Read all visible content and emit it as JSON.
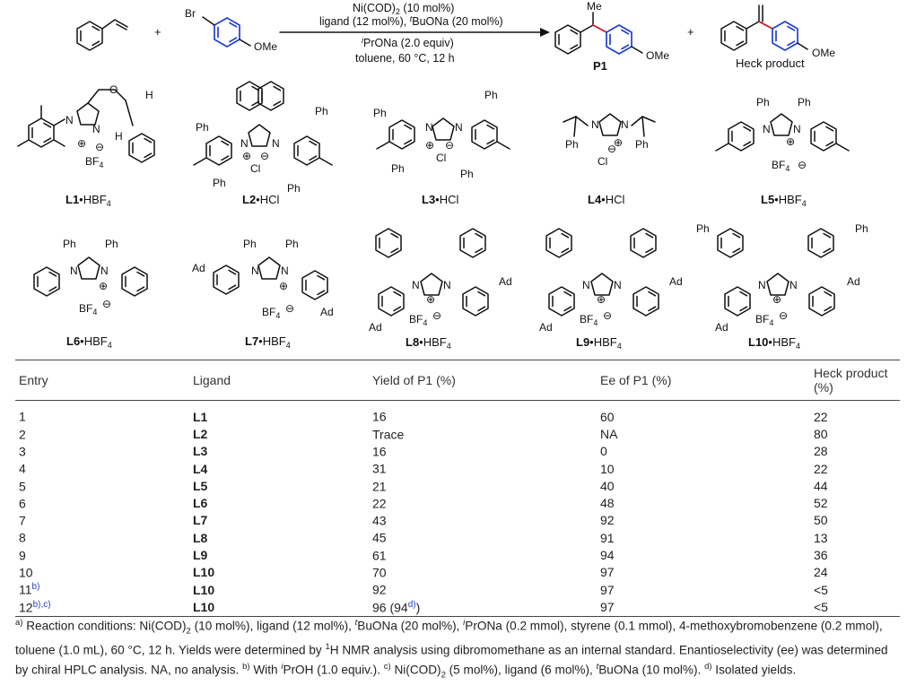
{
  "scheme": {
    "reagents": {
      "line1": "Ni(COD)",
      "line1_sub": "2",
      "line1_tail": " (10 mol%)",
      "line2_a": "ligand (12 mol%), ",
      "line2_t": "t",
      "line2_b": "BuONa (20 mol%)",
      "line3_i": "i",
      "line3_b": "PrONa (2.0 equiv)",
      "line4": "toluene, 60 °C, 12 h"
    },
    "plus": "+",
    "atoms": {
      "br": "Br",
      "ome": "OMe",
      "me": "Me",
      "h": "H",
      "o": "O",
      "n": "N",
      "ph": "Ph",
      "ad": "Ad",
      "cl": "Cl",
      "bf": "BF",
      "four": "4",
      "plus_circ": "⊕",
      "minus_circ": "⊖"
    },
    "product_label": "P1",
    "heck_label": "Heck product"
  },
  "ligands": [
    {
      "name": "L1",
      "salt": "•HBF",
      "sub": "4"
    },
    {
      "name": "L2",
      "salt": "•HCl",
      "sub": ""
    },
    {
      "name": "L3",
      "salt": "•HCl",
      "sub": ""
    },
    {
      "name": "L4",
      "salt": "•HCl",
      "sub": ""
    },
    {
      "name": "L5",
      "salt": "•HBF",
      "sub": "4"
    },
    {
      "name": "L6",
      "salt": "•HBF",
      "sub": "4"
    },
    {
      "name": "L7",
      "salt": "•HBF",
      "sub": "4"
    },
    {
      "name": "L8",
      "salt": "•HBF",
      "sub": "4"
    },
    {
      "name": "L9",
      "salt": "•HBF",
      "sub": "4"
    },
    {
      "name": "L10",
      "salt": "•HBF",
      "sub": "4"
    }
  ],
  "table": {
    "headers": [
      "Entry",
      "Ligand",
      "Yield of P1 (%)",
      "Ee of P1 (%)",
      "Heck product (%)"
    ],
    "rows": [
      {
        "entry": "1",
        "entry_fn": "",
        "ligand": "L1",
        "yield": "16",
        "yield_fn": "",
        "yield_tail": "",
        "ee": "60",
        "heck": "22"
      },
      {
        "entry": "2",
        "entry_fn": "",
        "ligand": "L2",
        "yield": "Trace",
        "yield_fn": "",
        "yield_tail": "",
        "ee": "NA",
        "heck": "80"
      },
      {
        "entry": "3",
        "entry_fn": "",
        "ligand": "L3",
        "yield": "16",
        "yield_fn": "",
        "yield_tail": "",
        "ee": "0",
        "heck": "28"
      },
      {
        "entry": "4",
        "entry_fn": "",
        "ligand": "L4",
        "yield": "31",
        "yield_fn": "",
        "yield_tail": "",
        "ee": "10",
        "heck": "22"
      },
      {
        "entry": "5",
        "entry_fn": "",
        "ligand": "L5",
        "yield": "21",
        "yield_fn": "",
        "yield_tail": "",
        "ee": "40",
        "heck": "44"
      },
      {
        "entry": "6",
        "entry_fn": "",
        "ligand": "L6",
        "yield": "22",
        "yield_fn": "",
        "yield_tail": "",
        "ee": "48",
        "heck": "52"
      },
      {
        "entry": "7",
        "entry_fn": "",
        "ligand": "L7",
        "yield": "43",
        "yield_fn": "",
        "yield_tail": "",
        "ee": "92",
        "heck": "50"
      },
      {
        "entry": "8",
        "entry_fn": "",
        "ligand": "L8",
        "yield": "45",
        "yield_fn": "",
        "yield_tail": "",
        "ee": "91",
        "heck": "13"
      },
      {
        "entry": "9",
        "entry_fn": "",
        "ligand": "L9",
        "yield": "61",
        "yield_fn": "",
        "yield_tail": "",
        "ee": "94",
        "heck": "36"
      },
      {
        "entry": "10",
        "entry_fn": "",
        "ligand": "L10",
        "yield": "70",
        "yield_fn": "",
        "yield_tail": "",
        "ee": "97",
        "heck": "24"
      },
      {
        "entry": "11",
        "entry_fn": "b)",
        "ligand": "L10",
        "yield": "92",
        "yield_fn": "",
        "yield_tail": "",
        "ee": "97",
        "heck": "<5"
      },
      {
        "entry": "12",
        "entry_fn": "b),c)",
        "ligand": "L10",
        "yield": "96 (94",
        "yield_fn": "d)",
        "yield_tail": ")",
        "ee": "97",
        "heck": "<5"
      }
    ]
  },
  "footnotes": {
    "a_mark": "a)",
    "a_1": " Reaction conditions: Ni(COD)",
    "a_sub": "2",
    "a_2": " (10 mol%), ligand (12 mol%), ",
    "a_t": "t",
    "a_3": "BuONa (20 mol%), ",
    "a_i": "i",
    "a_4": "PrONa (0.2 mmol), styrene (0.1 mmol), 4-methoxybromobenzene (0.2 mmol), toluene (1.0 mL), 60 °C, 12 h. Yields were determined by ",
    "a_1h": "1",
    "a_5": "H NMR analysis using dibromomethane as an internal standard. Enantioselectivity (ee) was determined by chiral HPLC analysis. NA, no analysis. ",
    "b_mark": "b)",
    "b_1": " With ",
    "b_i": "i",
    "b_2": "PrOH (1.0 equiv.). ",
    "c_mark": "c)",
    "c_1": " Ni(COD)",
    "c_sub": "2",
    "c_2": " (5 mol%), ligand (6 mol%), ",
    "c_t": "t",
    "c_3": "BuONa (10 mol%). ",
    "d_mark": "d)",
    "d_1": " Isolated yields."
  }
}
